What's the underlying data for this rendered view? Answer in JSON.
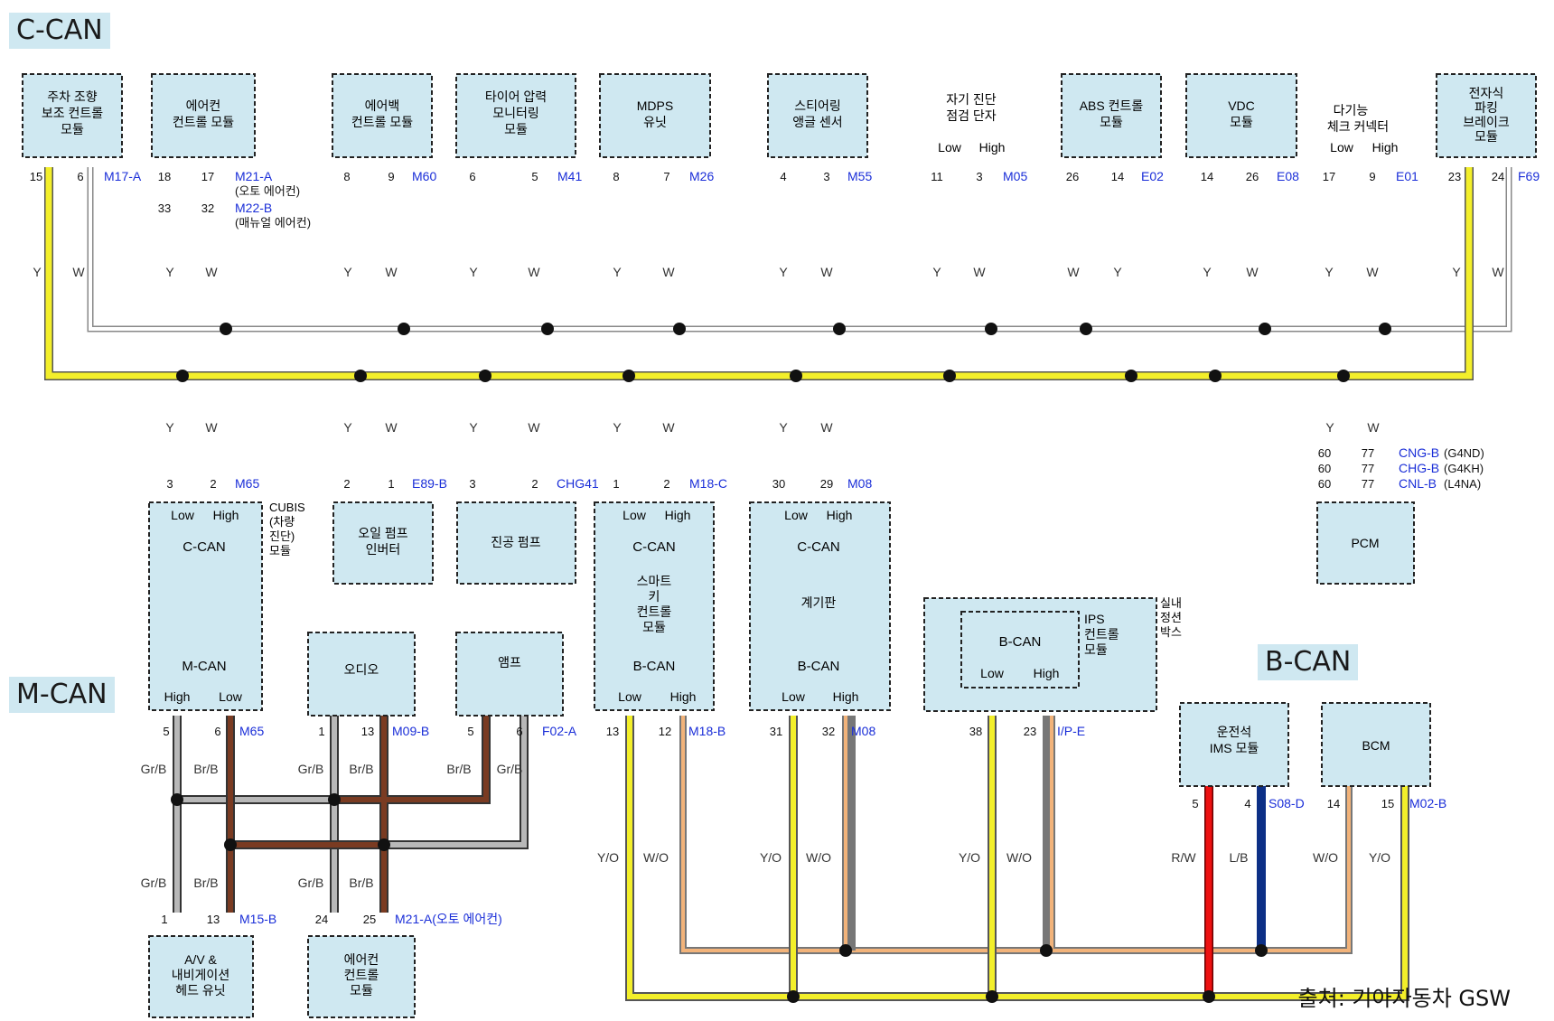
{
  "labels": {
    "c_can": "C-CAN",
    "m_can": "M-CAN",
    "b_can": "B-CAN",
    "source": "출처: 기아자동차 GSW"
  },
  "colors": {
    "module_fill": "#cfe8f1",
    "yellow_wire": "#f3ef2a",
    "white_wire": "#ffffff",
    "brown_wire": "#7a3b22",
    "gray_wire": "#b8b8b8",
    "red_wire": "#ee1111",
    "blue_wire": "#0c2f86",
    "orange_stripe": "#f2b37a",
    "connector_text": "#1a2ed8"
  },
  "modules": {
    "parking_assist": [
      "주차 조향",
      "보조 컨트롤",
      "모듈"
    ],
    "aircon_ccan": [
      "에어컨",
      "컨트롤 모듈"
    ],
    "airbag": [
      "에어백",
      "컨트롤 모듈"
    ],
    "tpms": [
      "타이어 압력",
      "모니터링",
      "모듈"
    ],
    "mdps": [
      "MDPS",
      "유닛"
    ],
    "steering_sensor": [
      "스티어링",
      "앵글 센서"
    ],
    "diag_connector": [
      "자기 진단",
      "점검 단자"
    ],
    "abs": [
      "ABS 컨트롤",
      "모듈"
    ],
    "vdc": [
      "VDC",
      "모듈"
    ],
    "multi_check": [
      "다기능",
      "체크 커넥터"
    ],
    "epb": [
      "전자식",
      "파킹",
      "브레이크",
      "모듈"
    ],
    "cubis": [
      "CUBIS",
      "(차량",
      "진단)",
      "모듈"
    ],
    "oil_pump": [
      "오일 펌프",
      "인버터"
    ],
    "vacuum_pump": [
      "진공 펌프"
    ],
    "smart_key": [
      "스마트",
      "키",
      "컨트롤",
      "모듈"
    ],
    "cluster": [
      "계기판"
    ],
    "ips": [
      "IPS",
      "컨트롤",
      "모듈"
    ],
    "ips_side": [
      "실내",
      "정션",
      "박스"
    ],
    "pcm": [
      "PCM"
    ],
    "audio": [
      "오디오"
    ],
    "amp": [
      "앰프"
    ],
    "av_navi": [
      "A/V &",
      "내비게이션",
      "헤드 유닛"
    ],
    "aircon_mcan": [
      "에어컨",
      "컨트롤",
      "모듈"
    ],
    "driver_ims": [
      "운전석",
      "IMS 모듈"
    ],
    "bcm": [
      "BCM"
    ]
  },
  "inner": {
    "low": "Low",
    "high": "High",
    "c_can": "C-CAN",
    "m_can": "M-CAN",
    "b_can": "B-CAN"
  },
  "connectors": {
    "m17a": "M17-A",
    "m21a": "M21-A",
    "auto_ac": "(오토 에어컨)",
    "m22b": "M22-B",
    "manual_ac": "(매뉴얼 에어컨)",
    "m60": "M60",
    "m41": "M41",
    "m26": "M26",
    "m55": "M55",
    "m05": "M05",
    "e02": "E02",
    "e08": "E08",
    "e01": "E01",
    "f69": "F69",
    "m65": "M65",
    "e89b": "E89-B",
    "chg41": "CHG41",
    "m18c": "M18-C",
    "m08": "M08",
    "cng_b": "CNG-B",
    "chg_b": "CHG-B",
    "cnl_b": "CNL-B",
    "g4nd": "(G4ND)",
    "g4kh": "(G4KH)",
    "l4na": "(L4NA)",
    "m09b": "M09-B",
    "f02a": "F02-A",
    "m18b": "M18-B",
    "ipe": "I/P-E",
    "s08d": "S08-D",
    "m02b": "M02-B",
    "m15b": "M15-B",
    "m21a_auto": "M21-A(오토 에어컨)"
  },
  "pins": [
    "15",
    "6",
    "18",
    "17",
    "33",
    "32",
    "8",
    "9",
    "6",
    "5",
    "8",
    "7",
    "4",
    "3",
    "11",
    "3",
    "26",
    "14",
    "14",
    "26",
    "17",
    "9",
    "23",
    "24",
    "3",
    "2",
    "2",
    "1",
    "3",
    "2",
    "1",
    "2",
    "30",
    "29",
    "60",
    "77",
    "60",
    "77",
    "60",
    "77",
    "5",
    "6",
    "1",
    "13",
    "5",
    "6",
    "13",
    "12",
    "31",
    "32",
    "38",
    "23",
    "5",
    "4",
    "14",
    "15",
    "1",
    "13",
    "24",
    "25"
  ],
  "wire_codes": {
    "y": "Y",
    "w": "W",
    "grb": "Gr/B",
    "brb": "Br/B",
    "yo": "Y/O",
    "wo": "W/O",
    "rw": "R/W",
    "lb": "L/B"
  }
}
